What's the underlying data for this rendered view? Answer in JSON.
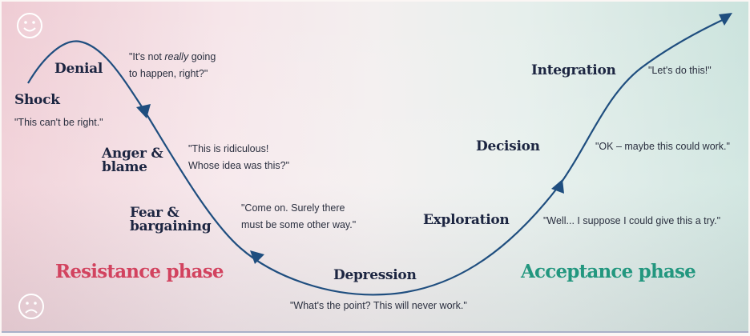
{
  "stages": {
    "shock": {
      "label": "Shock",
      "quote": "\"This can't be right.\""
    },
    "denial": {
      "label": "Denial",
      "quote_pre": "\"It's not ",
      "quote_em": "really",
      "quote_post": " going",
      "quote_line2": "to happen, right?\""
    },
    "anger": {
      "label_line1": "Anger &",
      "label_line2": "blame",
      "quote_line1": "\"This is ridiculous!",
      "quote_line2": "Whose idea was this?\""
    },
    "fear": {
      "label_line1": "Fear &",
      "label_line2": "bargaining",
      "quote_line1": "\"Come on. Surely there",
      "quote_line2": "must be some other way.\""
    },
    "depression": {
      "label": "Depression",
      "quote": "\"What's the point? This will never work.\""
    },
    "exploration": {
      "label": "Exploration",
      "quote": "\"Well... I suppose I could give this a try.\""
    },
    "decision": {
      "label": "Decision",
      "quote": "\"OK – maybe this could work.\""
    },
    "integration": {
      "label": "Integration",
      "quote": "\"Let's do this!\""
    }
  },
  "phases": {
    "resistance": "Resistance phase",
    "acceptance": "Acceptance phase"
  },
  "icons": {
    "top": "smiley-face-icon",
    "bottom": "sad-face-icon"
  },
  "colors": {
    "curve": "#1f4e7f",
    "resistance": "#d2435f",
    "acceptance": "#23977f",
    "text": "#1c2541"
  }
}
